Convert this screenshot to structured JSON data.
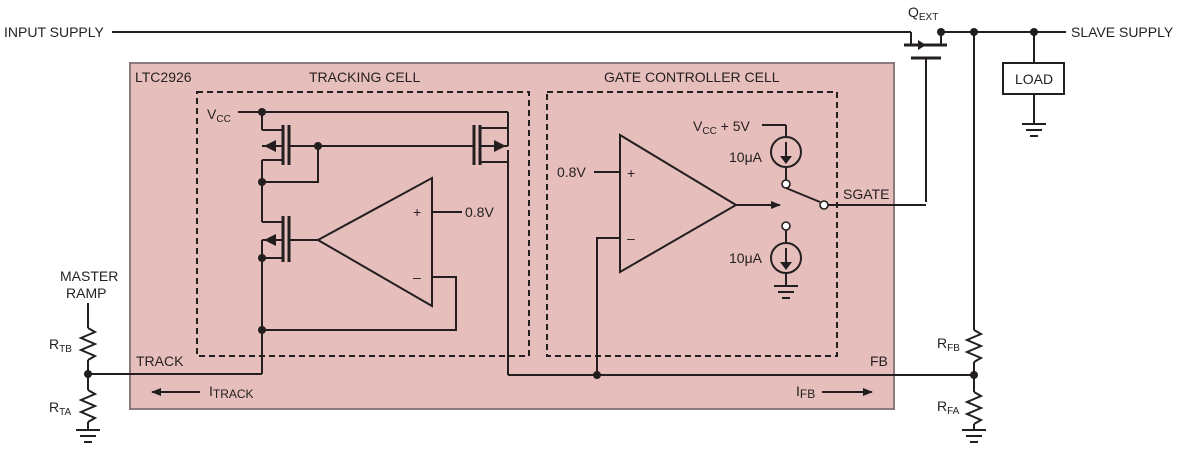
{
  "colors": {
    "chip_fill": "#e6bebb",
    "chip_border": "#8b7a7a",
    "ink": "#231f20"
  },
  "labels": {
    "input_supply": "INPUT SUPPLY",
    "slave_supply": "SLAVE SUPPLY",
    "qext_main": "Q",
    "qext_sub": "EXT",
    "load": "LOAD",
    "chip_name": "LTC2926",
    "tracking_cell": "TRACKING CELL",
    "gate_controller_cell": "GATE CONTROLLER CELL",
    "vcc_main": "V",
    "vcc_sub": "CC",
    "vcc5_main": "V",
    "vcc5_sub": "CC",
    "vcc5_suffix": " + 5V",
    "current_top": "10μA",
    "current_bottom": "10μA",
    "ref_gate": "0.8V",
    "ref_track": "0.8V",
    "plus_gate": "+",
    "minus_gate": "–",
    "plus_track": "+",
    "minus_track": "–",
    "sgate": "SGATE",
    "master_line1": "MASTER",
    "master_line2": "RAMP",
    "rtb_main": "R",
    "rtb_sub": "TB",
    "rta_main": "R",
    "rta_sub": "TA",
    "rfb_main": "R",
    "rfb_sub": "FB",
    "rfa_main": "R",
    "rfa_sub": "FA",
    "track_pin": "TRACK",
    "fb_pin": "FB",
    "itrack_main": "I",
    "itrack_sub": "TRACK",
    "ifb_main": "I",
    "ifb_sub": "FB"
  }
}
